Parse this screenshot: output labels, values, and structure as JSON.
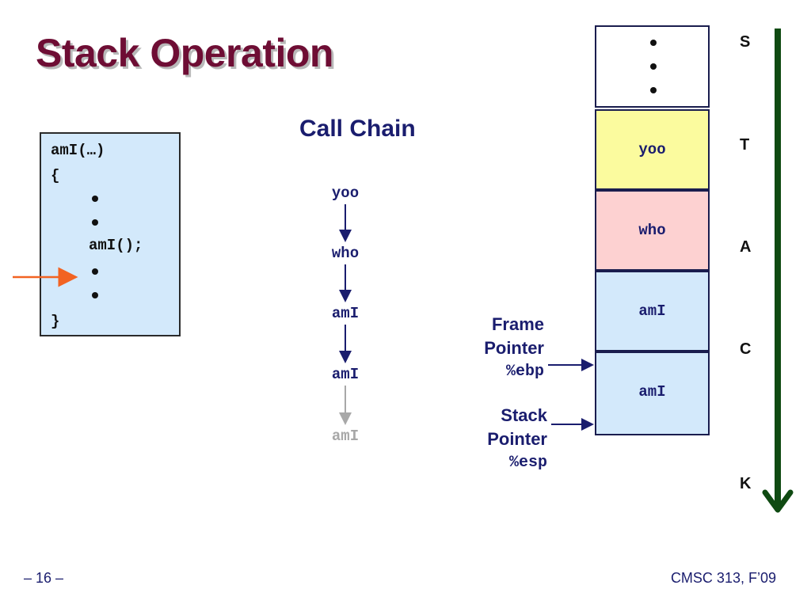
{
  "slide": {
    "title": "Stack Operation",
    "page_number": "– 16 –",
    "course": "CMSC 313, F’09"
  },
  "code": {
    "lines": [
      "amI(…)",
      "{",
      "amI();",
      "}"
    ]
  },
  "call_chain": {
    "title": "Call Chain",
    "items": [
      "yoo",
      "who",
      "amI",
      "amI",
      "amI"
    ]
  },
  "stack": {
    "cells": [
      "yoo",
      "who",
      "amI",
      "amI"
    ],
    "side_letters": [
      "S",
      "T",
      "A",
      "C",
      "K"
    ],
    "colors": {
      "yoo": "#fbfb9e",
      "who": "#fdd1d1",
      "amI": "#d3e9fb",
      "arrow": "#0f4a12"
    }
  },
  "pointers": {
    "frame": {
      "line1": "Frame",
      "line2": "Pointer",
      "reg": "%ebp"
    },
    "stack": {
      "line1": "Stack",
      "line2": "Pointer",
      "reg": "%esp"
    }
  }
}
